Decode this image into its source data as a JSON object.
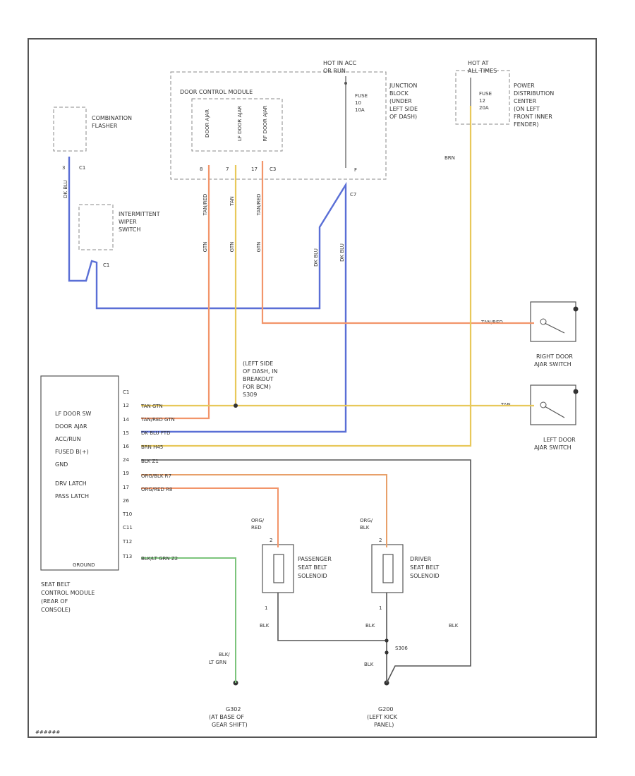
{
  "footer_code": "######",
  "colors": {
    "blue": "#5a6fd6",
    "orange": "#f2956a",
    "yellow": "#e8c85a",
    "green": "#7cc47c",
    "black": "#555555"
  },
  "components": {
    "combination_flasher": [
      "COMBINATION",
      "FLASHER"
    ],
    "intermittent_wiper_switch": [
      "INTERMITTENT",
      "WIPER",
      "SWITCH"
    ],
    "door_control_module": "DOOR CONTROL MODULE",
    "dcm_internal": [
      "DOOR AJAR",
      "LF DOOR AJAR",
      "RF DOOR AJAR"
    ],
    "hot_in_acc": [
      "HOT IN ACC",
      "OR RUN"
    ],
    "fuse_10a": [
      "FUSE",
      "10",
      "10A"
    ],
    "junction_block": [
      "JUNCTION",
      "BLOCK",
      "(UNDER",
      "LEFT SIDE",
      "OF DASH)"
    ],
    "hot_at_all_times": [
      "HOT AT",
      "ALL TIMES"
    ],
    "fuse_20a": [
      "FUSE",
      "12",
      "20A"
    ],
    "power_distribution_center": [
      "POWER",
      "DISTRIBUTION",
      "CENTER",
      "(ON LEFT",
      "FRONT INNER",
      "FENDER)"
    ],
    "right_door_switch": [
      "RIGHT DOOR",
      "AJAR SWITCH"
    ],
    "left_door_switch": [
      "LEFT DOOR",
      "AJAR SWITCH"
    ],
    "splice_dash": [
      "(LEFT SIDE",
      "OF DASH, IN",
      "BREAKOUT",
      "FOR BCM)",
      "S309"
    ],
    "seat_belt_module_pins": [
      "LF DOOR SW",
      "DOOR AJAR",
      "ACC/RUN",
      "FUSED B(+)",
      "GND",
      "DRV LATCH",
      "PASS LATCH"
    ],
    "seat_belt_module_ground": "GROUND",
    "seat_belt_module_caption": [
      "SEAT BELT",
      "CONTROL MODULE",
      "(REAR OF",
      "CONSOLE)"
    ],
    "passenger_solenoid": [
      "PASSENGER",
      "SEAT BELT",
      "SOLENOID"
    ],
    "driver_solenoid": [
      "DRIVER",
      "SEAT BELT",
      "SOLENOID"
    ],
    "ground_g302": [
      "G302",
      "(AT BASE OF",
      "GEAR SHIFT)"
    ],
    "ground_g200": [
      "G200",
      "(LEFT KICK",
      "PANEL)"
    ],
    "splice_s306": "S306"
  },
  "pin_labels": {
    "flasher_pin": "3",
    "flasher_conn": "C1",
    "wiper_conn": "C1",
    "dcm_pins": [
      "8",
      "7",
      "17",
      "C3"
    ],
    "jb_conn": "C7",
    "jb_pin": "F",
    "sbm_pins": [
      "C1",
      "12",
      "14",
      "15",
      "16",
      "24",
      "19",
      "17",
      "26",
      "T10",
      "C11",
      "T12",
      "T13"
    ],
    "sol_pass_pin_top": "2",
    "sol_pass_pin_bot": "1",
    "sol_drv_pin_top": "2",
    "sol_drv_pin_bot": "1"
  },
  "wire_labels": {
    "blu_blk_flasher": "DK BLU",
    "wire_dcm_8": "TAN/RED",
    "wire_dcm_8b": "GTN",
    "wire_dcm_7": "TAN",
    "wire_dcm_7b": "GTN",
    "wire_dcm_17": "TAN/RED",
    "wire_dcm_17b": "GTN",
    "blu_jb_1": "DK BLU",
    "blu_jb_2": "DK BLU",
    "brn": "BRN",
    "rf_switch": "TAN/RED",
    "lf_switch": "TAN",
    "sbm_12": "TAN  GTN",
    "sbm_14": "TAN/RED  GTN",
    "sbm_15": "DK BLU  FTD",
    "sbm_16": "BRN  H45",
    "sbm_24": "BLK  Z1",
    "sbm_19": "ORG/BLK  R7",
    "sbm_17": "ORG/RED  R8",
    "sbm_t13": "BLK/LT GRN  Z2",
    "pass_wire": [
      "ORG/",
      "RED"
    ],
    "drv_wire": [
      "ORG/",
      "BLK"
    ],
    "blk_a": "BLK",
    "blk_b": "BLK",
    "blk_c": "BLK",
    "blk_d": "BLK",
    "ground_wire": [
      "BLK/",
      "LT GRN"
    ]
  }
}
